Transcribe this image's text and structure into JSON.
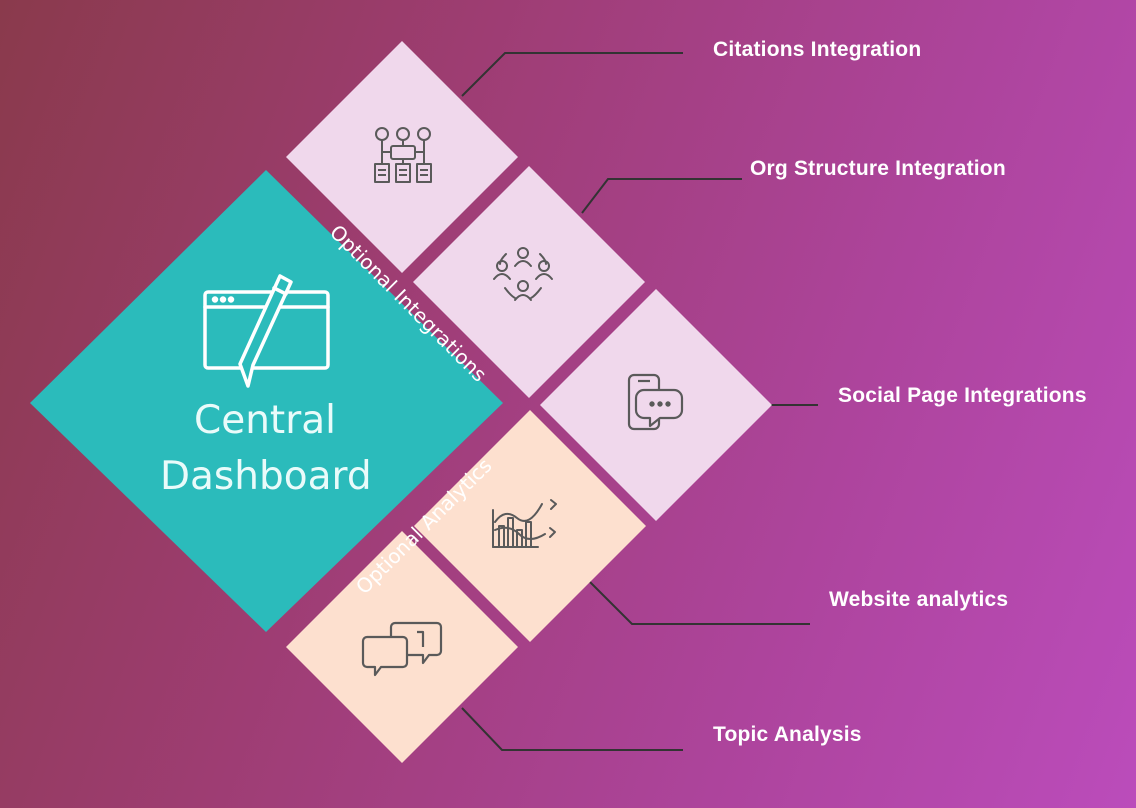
{
  "center": {
    "title_line1": "Central",
    "title_line2": "Dashboard",
    "icon": "browser-window-pen-icon"
  },
  "group_labels": {
    "integrations": "Optional Integrations",
    "analytics": "Optional Analytics"
  },
  "integrations": [
    {
      "label": "Citations Integration",
      "icon": "hierarchy-documents-icon"
    },
    {
      "label": "Org Structure Integration",
      "icon": "team-network-icon"
    },
    {
      "label": "Social Page Integrations",
      "icon": "phone-chat-icon"
    }
  ],
  "analytics": [
    {
      "label": "Website analytics",
      "icon": "chart-trend-icon"
    },
    {
      "label": "Topic Analysis",
      "icon": "speech-bubbles-icon"
    }
  ],
  "colors": {
    "center": "#2bbbbb",
    "integration_tile": "#f0d8ec",
    "analytics_tile": "#fde0cf",
    "connector": "#333333",
    "icon": "#5a5a5a"
  }
}
